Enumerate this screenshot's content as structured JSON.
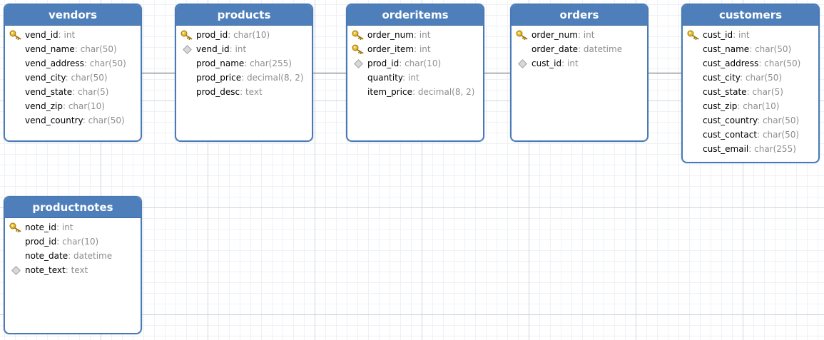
{
  "colors": {
    "header": "#4e7fbb",
    "border": "#4a7ab5",
    "connector": "#555a62",
    "type_text": "#8e8e8e",
    "key_fill": "#e8b92a"
  },
  "tables": [
    {
      "name": "vendors",
      "fields": [
        {
          "name": "vend_id",
          "type": "int",
          "icon": "key-icon"
        },
        {
          "name": "vend_name",
          "type": "char(50)",
          "icon": ""
        },
        {
          "name": "vend_address",
          "type": "char(50)",
          "icon": ""
        },
        {
          "name": "vend_city",
          "type": "char(50)",
          "icon": ""
        },
        {
          "name": "vend_state",
          "type": "char(5)",
          "icon": ""
        },
        {
          "name": "vend_zip",
          "type": "char(10)",
          "icon": ""
        },
        {
          "name": "vend_country",
          "type": "char(50)",
          "icon": ""
        }
      ]
    },
    {
      "name": "products",
      "fields": [
        {
          "name": "prod_id",
          "type": "char(10)",
          "icon": "key-icon"
        },
        {
          "name": "vend_id",
          "type": "int",
          "icon": "diamond-icon"
        },
        {
          "name": "prod_name",
          "type": "char(255)",
          "icon": ""
        },
        {
          "name": "prod_price",
          "type": "decimal(8, 2)",
          "icon": ""
        },
        {
          "name": "prod_desc",
          "type": "text",
          "icon": ""
        }
      ]
    },
    {
      "name": "orderitems",
      "fields": [
        {
          "name": "order_num",
          "type": "int",
          "icon": "key-icon"
        },
        {
          "name": "order_item",
          "type": "int",
          "icon": "key-icon"
        },
        {
          "name": "prod_id",
          "type": "char(10)",
          "icon": "diamond-icon"
        },
        {
          "name": "quantity",
          "type": "int",
          "icon": ""
        },
        {
          "name": "item_price",
          "type": "decimal(8, 2)",
          "icon": ""
        }
      ]
    },
    {
      "name": "orders",
      "fields": [
        {
          "name": "order_num",
          "type": "int",
          "icon": "key-icon"
        },
        {
          "name": "order_date",
          "type": "datetime",
          "icon": ""
        },
        {
          "name": "cust_id",
          "type": "int",
          "icon": "diamond-icon"
        }
      ]
    },
    {
      "name": "customers",
      "fields": [
        {
          "name": "cust_id",
          "type": "int",
          "icon": "key-icon"
        },
        {
          "name": "cust_name",
          "type": "char(50)",
          "icon": ""
        },
        {
          "name": "cust_address",
          "type": "char(50)",
          "icon": ""
        },
        {
          "name": "cust_city",
          "type": "char(50)",
          "icon": ""
        },
        {
          "name": "cust_state",
          "type": "char(5)",
          "icon": ""
        },
        {
          "name": "cust_zip",
          "type": "char(10)",
          "icon": ""
        },
        {
          "name": "cust_country",
          "type": "char(50)",
          "icon": ""
        },
        {
          "name": "cust_contact",
          "type": "char(50)",
          "icon": ""
        },
        {
          "name": "cust_email",
          "type": "char(255)",
          "icon": ""
        }
      ]
    },
    {
      "name": "productnotes",
      "fields": [
        {
          "name": "note_id",
          "type": "int",
          "icon": "key-icon"
        },
        {
          "name": "prod_id",
          "type": "char(10)",
          "icon": ""
        },
        {
          "name": "note_date",
          "type": "datetime",
          "icon": ""
        },
        {
          "name": "note_text",
          "type": "text",
          "icon": "diamond-icon"
        }
      ]
    }
  ]
}
